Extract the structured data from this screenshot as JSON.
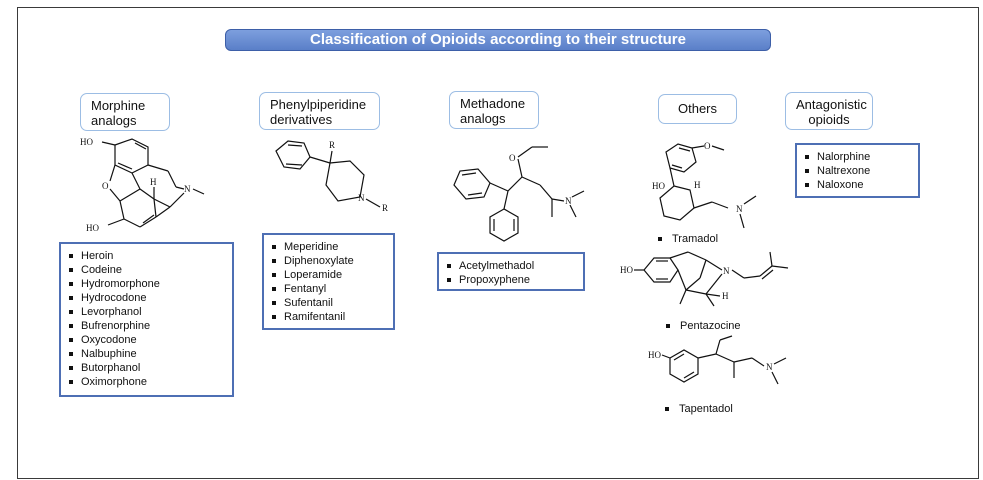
{
  "title": "Classification of Opioids according to their structure",
  "categories": [
    {
      "header": "Morphine\nanalogs",
      "items": [
        "Heroin",
        "Codeine",
        "Hydromorphone",
        "Hydrocodone",
        "Levorphanol",
        "Bufrenorphine",
        "Oxycodone",
        "Nalbuphine",
        "Butorphanol",
        "Oximorphone"
      ]
    },
    {
      "header": "Phenylpiperidine\nderivatives",
      "items": [
        "Meperidine",
        "Diphenoxylate",
        "Loperamide",
        "Fentanyl",
        "Sufentanil",
        "Ramifentanil"
      ]
    },
    {
      "header": "Methadone\nanalogs",
      "items": [
        "Acetylmethadol",
        "Propoxyphene"
      ]
    },
    {
      "header": "Others",
      "items": [
        "Tramadol",
        "Pentazocine",
        "Tapentadol"
      ]
    },
    {
      "header": "Antagonistic\nopioids",
      "items": [
        "Nalorphine",
        "Naltrexone",
        "Naloxone"
      ]
    }
  ],
  "structure_labels": {
    "morphine": {
      "ho_top": "HO",
      "o_bridge": "O",
      "h": "H",
      "n": "N",
      "ho_bottom": "HO"
    },
    "phenylpiperidine": {
      "r_top": "R",
      "n": "N",
      "r_n": "R"
    },
    "methadone": {
      "o": "O",
      "n": "N"
    },
    "tramadol": {
      "o": "O",
      "ho": "HO",
      "h": "H",
      "n": "N"
    },
    "pentazocine": {
      "ho": "HO",
      "n": "N",
      "h": "H"
    },
    "tapentadol": {
      "ho": "HO",
      "n": "N"
    }
  }
}
